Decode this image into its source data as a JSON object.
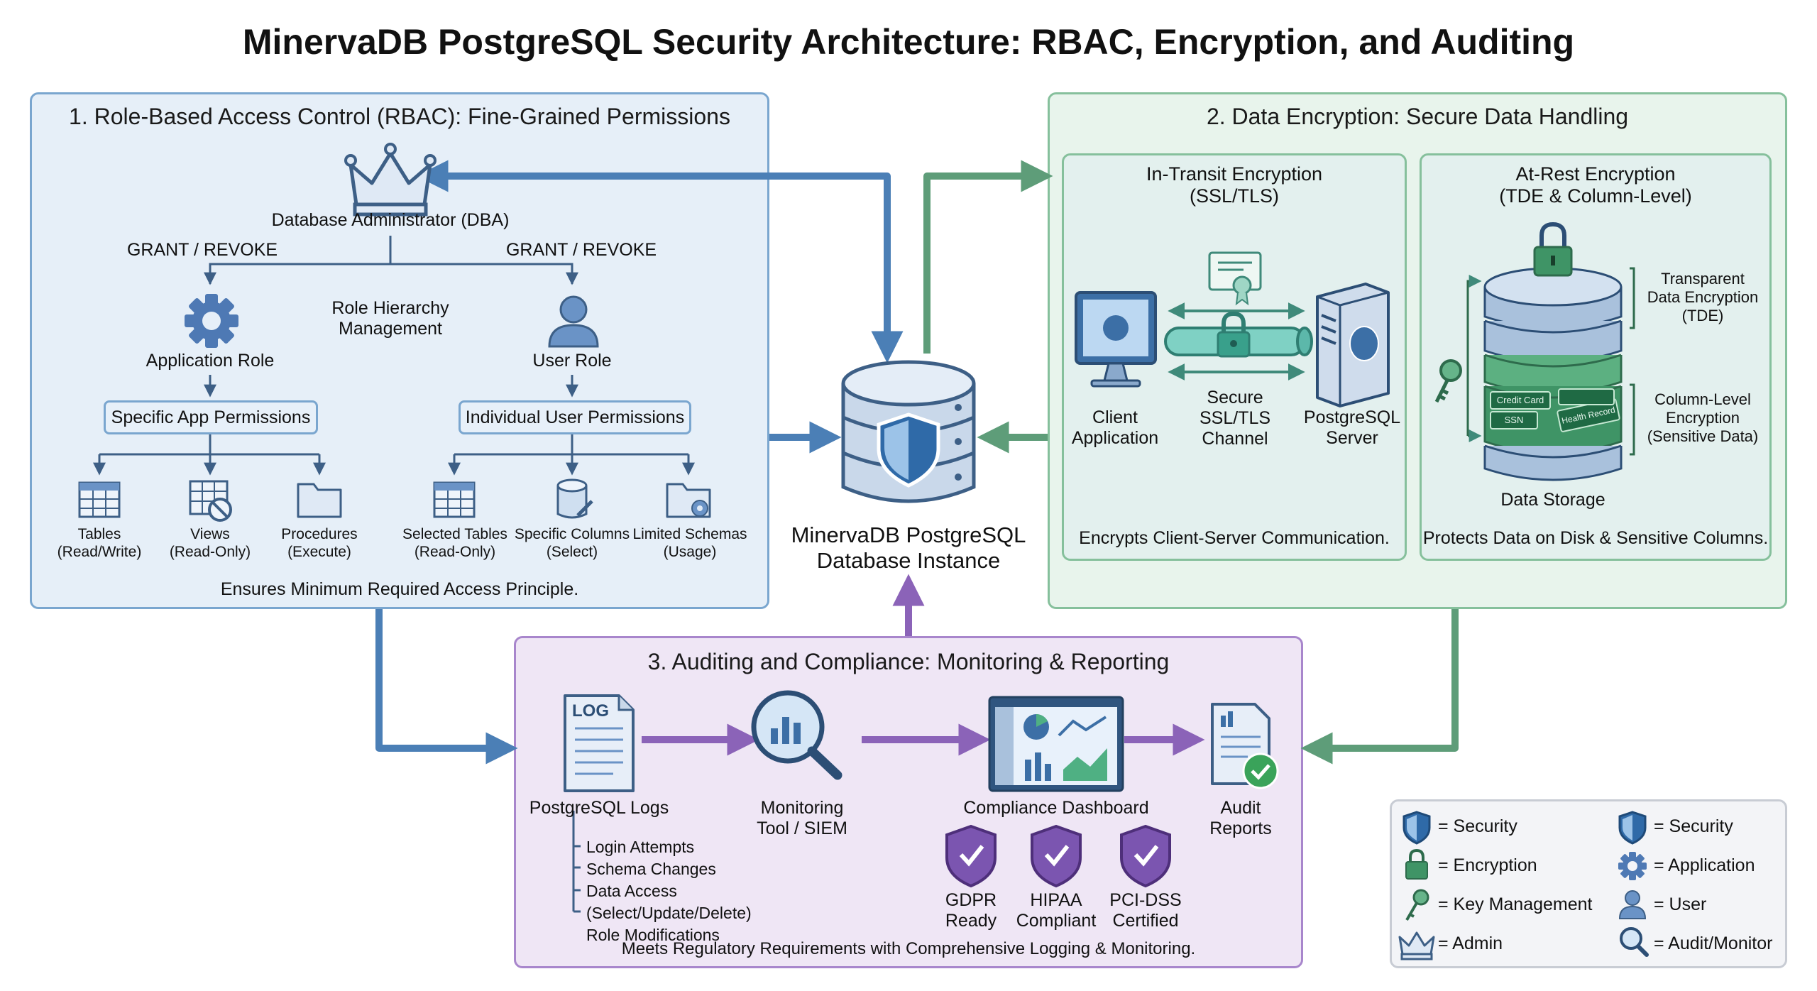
{
  "title": "MinervaDB PostgreSQL Security Architecture: RBAC, Encryption, and Auditing",
  "colors": {
    "blue": "#4b7fb6",
    "green": "#5e9d79",
    "purple": "#8b63b8",
    "rbac_bg": "#e6eff8",
    "enc_bg": "#e8f4ec",
    "audit_bg": "#efe6f5"
  },
  "rbac": {
    "title": "1. Role-Based Access Control (RBAC): Fine-Grained Permissions",
    "dba": "Database Administrator (DBA)",
    "grant_left": "GRANT / REVOKE",
    "grant_right": "GRANT / REVOKE",
    "hierarchy_line1": "Role Hierarchy",
    "hierarchy_line2": "Management",
    "app_role": "Application Role",
    "user_role": "User Role",
    "app_perms": "Specific App Permissions",
    "user_perms": "Individual User Permissions",
    "items": [
      {
        "name": "Tables",
        "detail": "(Read/Write)",
        "icon": "table-icon"
      },
      {
        "name": "Views",
        "detail": "(Read-Only)",
        "icon": "view-icon"
      },
      {
        "name": "Procedures",
        "detail": "(Execute)",
        "icon": "folder-icon"
      },
      {
        "name": "Selected Tables",
        "detail": "(Read-Only)",
        "icon": "table-icon"
      },
      {
        "name": "Specific Columns",
        "detail": "(Select)",
        "icon": "column-icon"
      },
      {
        "name": "Limited Schemas",
        "detail": "(Usage)",
        "icon": "schema-icon"
      }
    ],
    "footer": "Ensures Minimum Required Access Principle."
  },
  "database": {
    "line1": "MinervaDB PostgreSQL",
    "line2": "Database Instance"
  },
  "encryption": {
    "title": "2. Data Encryption: Secure Data Handling",
    "transit": {
      "title_line1": "In-Transit Encryption",
      "title_line2": "(SSL/TLS)",
      "client_line1": "Client",
      "client_line2": "Application",
      "channel_line1": "Secure",
      "channel_line2": "SSL/TLS",
      "channel_line3": "Channel",
      "server_line1": "PostgreSQL",
      "server_line2": "Server",
      "footer": "Encrypts Client-Server Communication."
    },
    "rest": {
      "title_line1": "At-Rest Encryption",
      "title_line2": "(TDE & Column-Level)",
      "tde_line1": "Transparent",
      "tde_line2": "Data Encryption",
      "tde_line3": "(TDE)",
      "col_line1": "Column-Level",
      "col_line2": "Encryption",
      "col_line3": "(Sensitive Data)",
      "card_credit": "Credit Card",
      "card_ssn": "SSN",
      "card_health": "Health Record",
      "storage": "Data Storage",
      "footer": "Protects Data on Disk & Sensitive Columns."
    }
  },
  "audit": {
    "title": "3. Auditing and Compliance: Monitoring & Reporting",
    "log_badge": "LOG",
    "logs": "PostgreSQL Logs",
    "log_items": [
      "Login Attempts",
      "Schema Changes",
      "Data Access (Select/Update/Delete)",
      "Role Modifications"
    ],
    "monitor_line1": "Monitoring",
    "monitor_line2": "Tool / SIEM",
    "dashboard": "Compliance Dashboard",
    "reports_line1": "Audit",
    "reports_line2": "Reports",
    "badges": [
      {
        "line1": "GDPR",
        "line2": "Ready"
      },
      {
        "line1": "HIPAA",
        "line2": "Compliant"
      },
      {
        "line1": "PCI-DSS",
        "line2": "Certified"
      }
    ],
    "footer": "Meets Regulatory Requirements with Comprehensive Logging & Monitoring."
  },
  "legend": [
    {
      "icon": "shield-icon",
      "label": "= Security"
    },
    {
      "icon": "shield-icon",
      "label": "= Security"
    },
    {
      "icon": "lock-icon",
      "label": "= Encryption"
    },
    {
      "icon": "gear-icon",
      "label": "= Application"
    },
    {
      "icon": "key-icon",
      "label": "= Key Management"
    },
    {
      "icon": "user-icon",
      "label": "= User"
    },
    {
      "icon": "crown-icon",
      "label": "= Admin"
    },
    {
      "icon": "magnifier-icon",
      "label": "= Audit/Monitor"
    }
  ]
}
